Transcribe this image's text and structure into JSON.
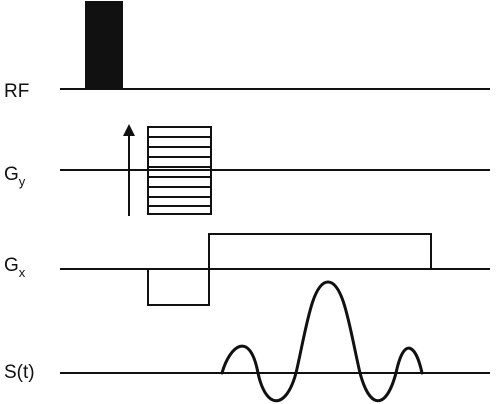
{
  "labels": {
    "rf": "RF",
    "gy_main": "G",
    "gy_sub": "y",
    "gx_main": "G",
    "gx_sub": "x",
    "signal": "S(t)"
  },
  "colors": {
    "stroke": "#111111",
    "background": "#ffffff"
  }
}
